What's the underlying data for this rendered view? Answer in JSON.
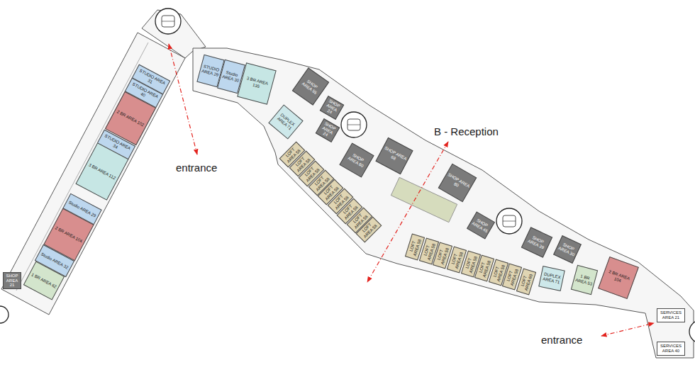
{
  "diagram": {
    "nodes": [
      {
        "text": [
          "STUDIO AREA 31"
        ]
      },
      {
        "text": [
          "STUDIO AREA 40"
        ]
      },
      {
        "text": [
          "2 BR AREA 102"
        ]
      },
      {
        "text": [
          "STUDIO AREA 34"
        ]
      },
      {
        "text": [
          "3 BR AREA 112"
        ]
      },
      {
        "text": [
          "Studio AREA 29"
        ]
      },
      {
        "text": [
          "2 BR AREA 104"
        ]
      },
      {
        "text": [
          "Studio AREA 32"
        ]
      },
      {
        "text": [
          "1 BR AREA 62"
        ]
      },
      {
        "text": [
          "SHOP AREA 21"
        ]
      },
      {
        "text": [
          "STUDIO AREA 29"
        ]
      },
      {
        "text": [
          "Studio AREA 30"
        ]
      },
      {
        "text": [
          "3 BR AREA 135"
        ]
      },
      {
        "text": [
          "DUPLEX AREA 71"
        ]
      },
      {
        "text": [
          "SHOP AREA 55"
        ]
      },
      {
        "text": [
          "SHOP AREA 24"
        ]
      },
      {
        "text": [
          "SHOP AREA 24"
        ]
      },
      {
        "text": [
          "SHOP AREA 60"
        ]
      },
      {
        "text": [
          "SHOP AREA 68"
        ]
      },
      {
        "text": [
          "SHOP AREA 80"
        ]
      },
      {
        "text": [
          "SHOP AREA 45"
        ]
      },
      {
        "text": [
          "SHOP AREA 39"
        ]
      },
      {
        "text": [
          "SHOP AREA 30"
        ]
      },
      {
        "text": [
          "LOFT AREA 58"
        ]
      },
      {
        "text": [
          "LOFT AREA 58"
        ]
      },
      {
        "text": [
          "LOFT AREA 58"
        ]
      },
      {
        "text": [
          "LOFT AREA 58"
        ]
      },
      {
        "text": [
          "LOFT AREA 58"
        ]
      },
      {
        "text": [
          "LOFT AREA 58"
        ]
      },
      {
        "text": [
          "LOFT AREA 58"
        ]
      },
      {
        "text": [
          "LOFT AREA 58"
        ]
      },
      {
        "text": [
          "LOFT AREA 58"
        ]
      },
      {
        "text": [
          "LOFT AREA 58"
        ]
      },
      {
        "text": [
          "LOFT AREA 58"
        ]
      },
      {
        "text": [
          "LOFT AREA 58"
        ]
      },
      {
        "text": [
          "LOFT AREA 58"
        ]
      },
      {
        "text": [
          "LOFT AREA 58"
        ]
      },
      {
        "text": [
          "LOFT AREA 58"
        ]
      },
      {
        "text": [
          "LOFT AREA 58"
        ]
      },
      {
        "text": [
          "LOFT AREA 58"
        ]
      },
      {
        "text": [
          "LOFT AREA 60"
        ]
      },
      {
        "text": [
          "DUPLEX AREA 71"
        ]
      },
      {
        "text": [
          "1 BR AREA 53"
        ]
      },
      {
        "text": [
          "2 BR AREA 104"
        ]
      },
      {
        "text": [
          "SERVICES AREA 21"
        ]
      },
      {
        "text": [
          "SERVICES AREA 40"
        ]
      }
    ],
    "labels": [
      "entrance",
      "B - Reception",
      "entrance"
    ]
  }
}
